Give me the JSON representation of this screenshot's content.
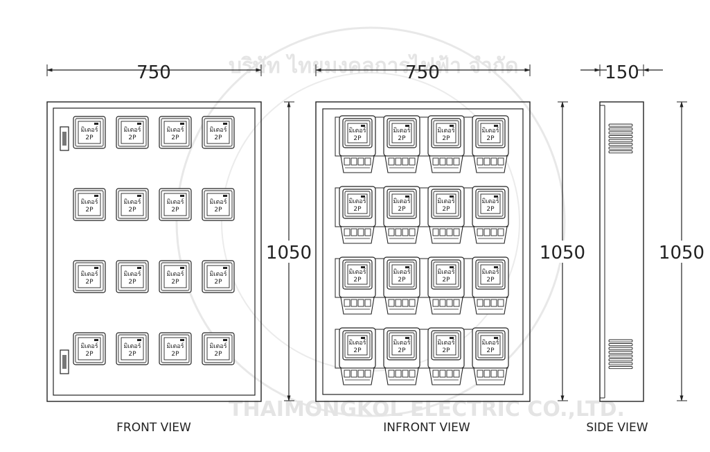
{
  "watermark": {
    "thai_text": "บริษัท ไทยมงคลการไฟฟ้า จำกัด",
    "english_text": "THAIMONGKOL ELECTRIC CO.,LTD.",
    "color": "#e2e2e2"
  },
  "front_view": {
    "label": "FRONT VIEW",
    "width_dim": "750",
    "height_dim": "1050",
    "meter_rows": 4,
    "meter_cols": 4
  },
  "infront_view": {
    "label": "INFRONT VIEW",
    "width_dim": "750",
    "height_dim": "1050",
    "meter_rows": 4,
    "meter_cols": 4
  },
  "side_view": {
    "label": "SIDE VIEW",
    "width_dim": "150",
    "height_dim": "1050"
  },
  "meter": {
    "brand_text": "มิเตอร์",
    "rating_text": "2P"
  },
  "colors": {
    "line": "#222222",
    "background": "#ffffff"
  }
}
